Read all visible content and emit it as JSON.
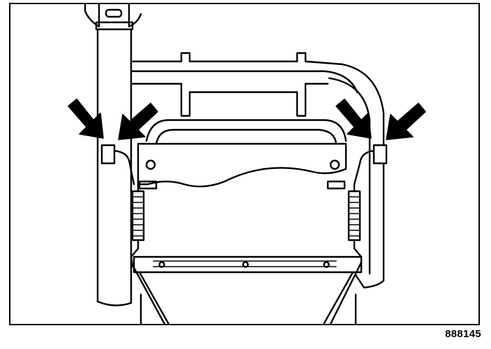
{
  "figure": {
    "id_label": "888145",
    "ink_color": "#000000",
    "paper_color": "#ffffff",
    "depicts": [
      "frame-tube",
      "upper-crossbar",
      "seat-back-panel",
      "tension-spring",
      "lower-crossbar",
      "mounting-bracket",
      "callout-arrow"
    ]
  }
}
